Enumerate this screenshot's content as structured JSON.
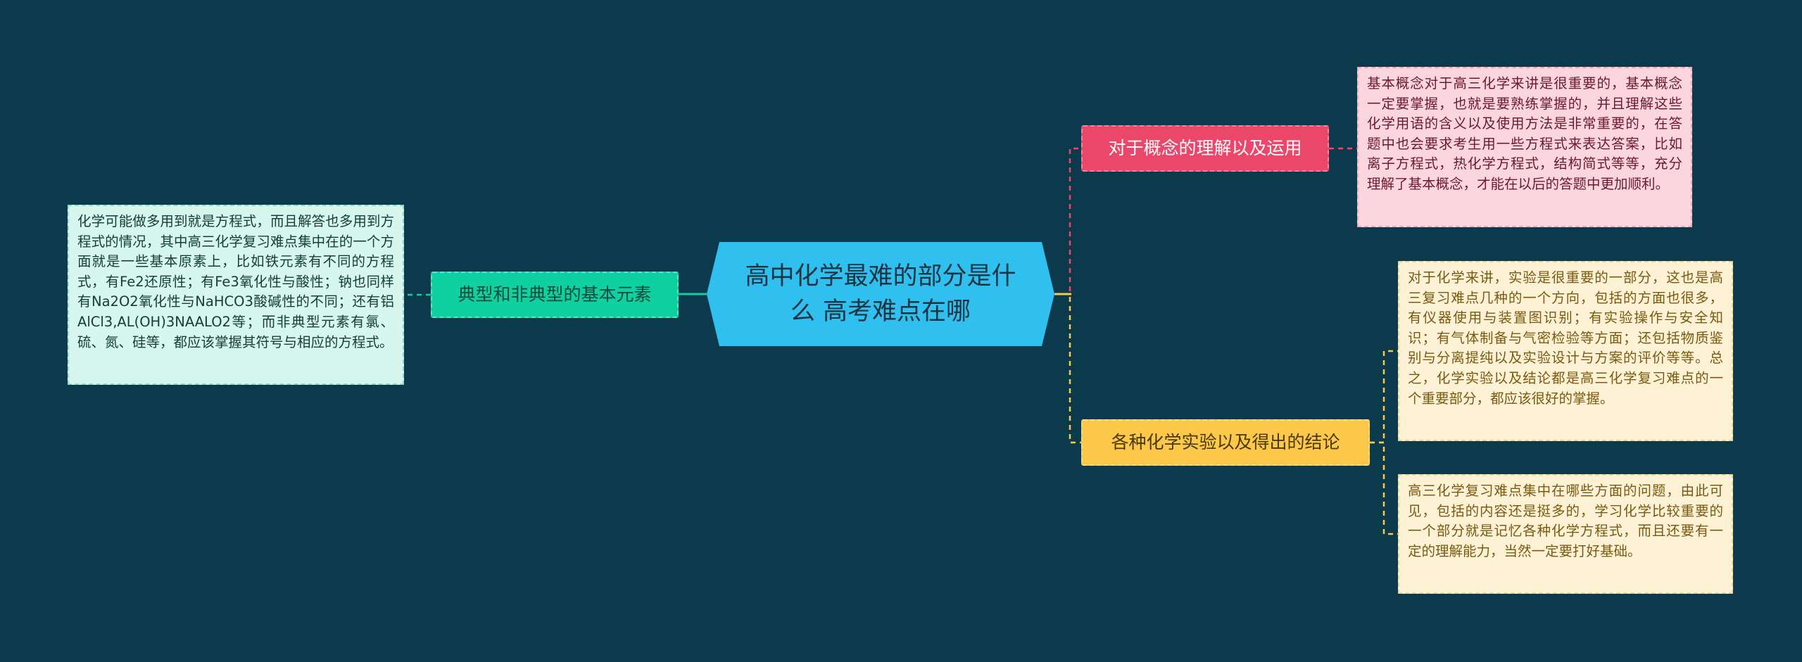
{
  "center": {
    "title": "高中化学最难的部分是什么 高考难点在哪",
    "color": "#2fc0f0"
  },
  "branches": [
    {
      "label": "对于概念的理解以及运用",
      "color": "#ea476a",
      "leaves": [
        "基本概念对于高三化学来讲是很重要的，基本概念一定要掌握，也就是要熟练掌握的，并且理解这些化学用语的含义以及使用方法是非常重要的，在答题中也会要求考生用一些方程式来表达答案，比如离子方程式，热化学方程式，结构简式等等，充分理解了基本概念，才能在以后的答题中更加顺利。"
      ]
    },
    {
      "label": "典型和非典型的基本元素",
      "color": "#0fd0a0",
      "leaves": [
        "化学可能做多用到就是方程式，而且解答也多用到方程式的情况，其中高三化学复习难点集中在的一个方面就是一些基本原素上，比如铁元素有不同的方程式，有Fe2还原性；有Fe3氧化性与酸性；钠也同样有Na2O2氧化性与NaHCO3酸碱性的不同；还有铝AlCl3,AL(OH)3NAALO2等；而非典型元素有氯、硫、氮、硅等，都应该掌握其符号与相应的方程式。"
      ]
    },
    {
      "label": "各种化学实验以及得出的结论",
      "color": "#fbc84a",
      "leaves": [
        "对于化学来讲，实验是很重要的一部分，这也是高三复习难点几种的一个方向，包括的方面也很多，有仪器使用与装置图识别；有实验操作与安全知识；有气体制备与气密检验等方面；还包括物质鉴别与分离提纯以及实验设计与方案的评价等等。总之，化学实验以及结论都是高三化学复习难点的一个重要部分，都应该很好的掌握。",
        "高三化学复习难点集中在哪些方面的问题，由此可见，包括的内容还是挺多的，学习化学比较重要的一个部分就是记忆各种化学方程式，而且还要有一定的理解能力，当然一定要打好基础。"
      ]
    }
  ]
}
